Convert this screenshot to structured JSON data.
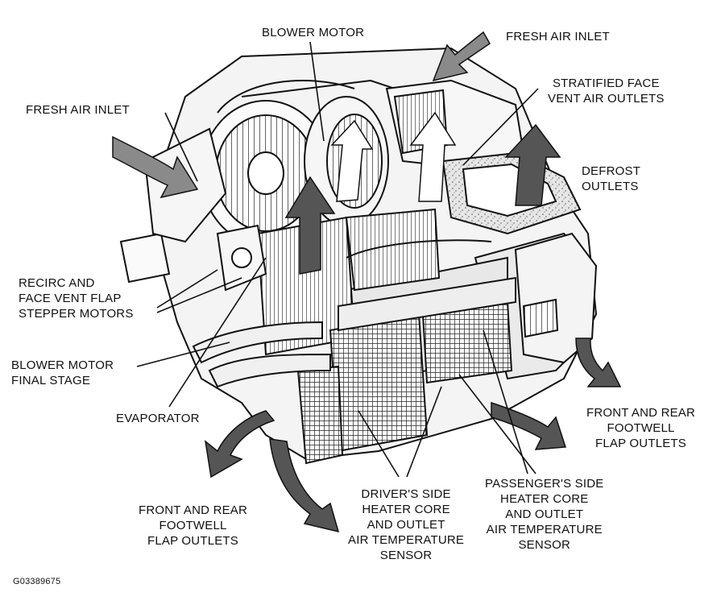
{
  "labels": {
    "blower_motor": [
      "BLOWER MOTOR"
    ],
    "fresh_air_inlet_right": [
      "FRESH AIR INLET"
    ],
    "fresh_air_inlet_left": [
      "FRESH AIR INLET"
    ],
    "stratified_face_vent": [
      "STRATIFIED FACE",
      "VENT AIR OUTLETS"
    ],
    "defrost_outlets": [
      "DEFROST",
      "OUTLETS"
    ],
    "recirc_face_vent": [
      "RECIRC AND",
      "FACE VENT FLAP",
      "STEPPER MOTORS"
    ],
    "blower_final_stage": [
      "BLOWER MOTOR",
      "FINAL STAGE"
    ],
    "evaporator": [
      "EVAPORATOR"
    ],
    "footwell_right": [
      "FRONT AND REAR",
      "FOOTWELL",
      "FLAP OUTLETS"
    ],
    "footwell_left": [
      "FRONT AND REAR",
      "FOOTWELL",
      "FLAP OUTLETS"
    ],
    "drivers_side": [
      "DRIVER'S SIDE",
      "HEATER CORE",
      "AND OUTLET",
      "AIR TEMPERATURE",
      "SENSOR"
    ],
    "passengers_side": [
      "PASSENGER'S SIDE",
      "HEATER CORE",
      "AND OUTLET",
      "AIR TEMPERATURE",
      "SENSOR"
    ]
  },
  "figure_code": "G03389675",
  "colors": {
    "ink": "#111111",
    "arrow": "#555555",
    "arrow_light": "#8a8a8a",
    "body": "#f2f2f2"
  }
}
